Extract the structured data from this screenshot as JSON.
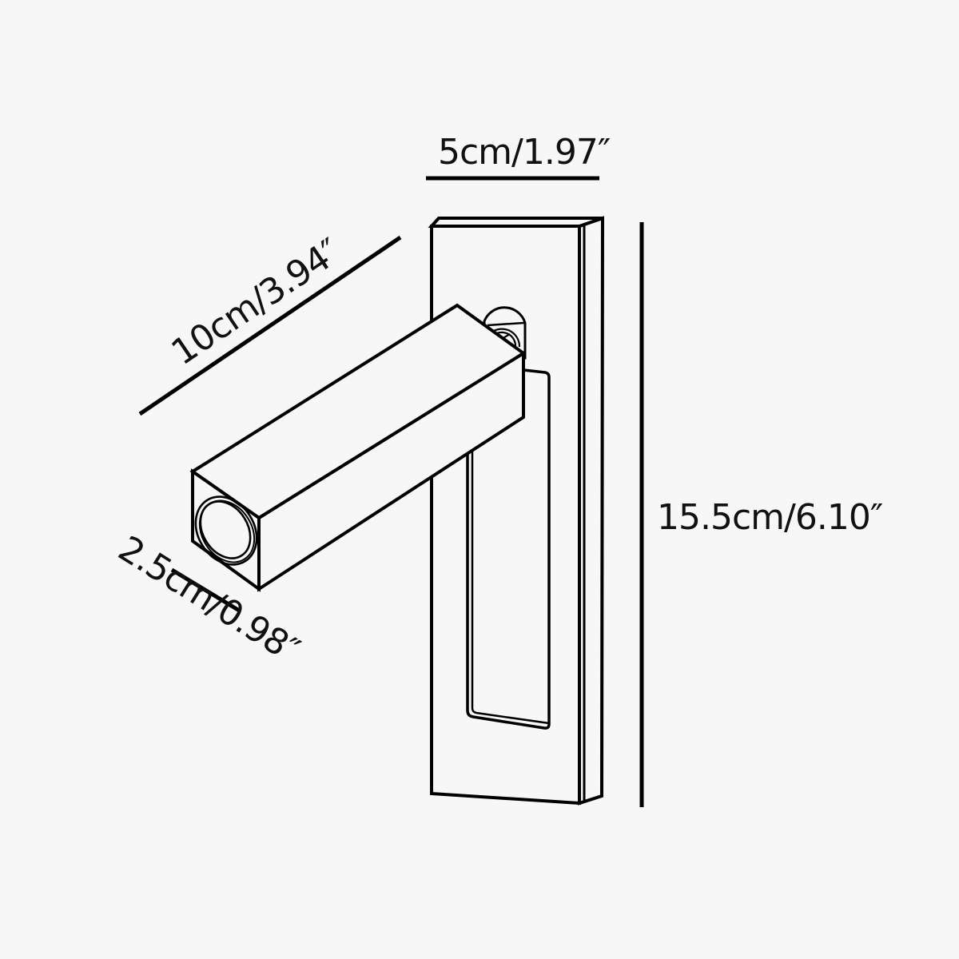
{
  "diagram": {
    "subject": "Wall-mounted rotating square arm reading light — dimension drawing",
    "background_color": "#f7f7f7",
    "line_color": "#000000",
    "dimensions": {
      "width": {
        "label": "5cm/1.97″",
        "metric": "5cm",
        "imperial": "1.97″"
      },
      "arm_length": {
        "label": "10cm/3.94″",
        "metric": "10cm",
        "imperial": "3.94″"
      },
      "arm_section": {
        "label": "2.5cm/0.98″",
        "metric": "2.5cm",
        "imperial": "0.98″"
      },
      "height": {
        "label": "15.5cm/6.10″",
        "metric": "15.5cm",
        "imperial": "6.10″"
      }
    },
    "parts": {
      "backplate": "wall-backplate",
      "arm": "square-arm",
      "lens": "lens-ring",
      "pivot": "pivot-joint",
      "slot": "arm-slot-recess"
    }
  }
}
